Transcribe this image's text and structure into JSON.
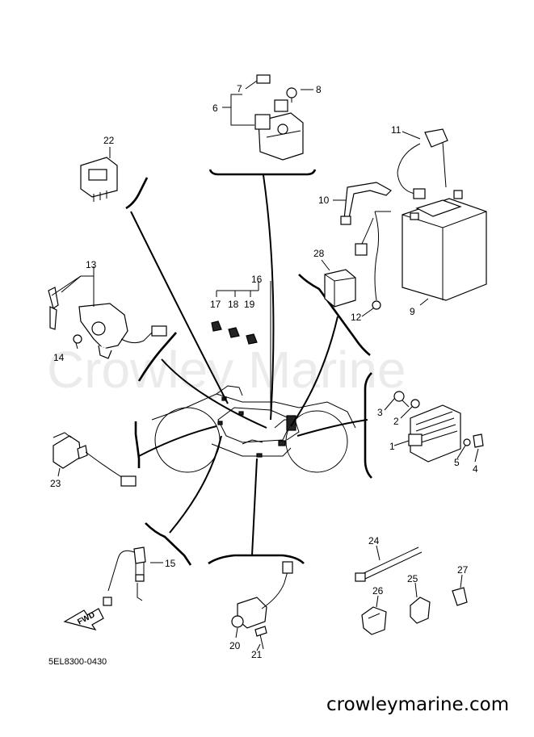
{
  "watermark": "Crowley Marine",
  "diagram_code": "5EL8300-0430",
  "site": "crowleymarine.com",
  "fwd_label": "FWD",
  "callouts": {
    "c1": "1",
    "c2": "2",
    "c3": "3",
    "c4": "4",
    "c5": "5",
    "c6": "6",
    "c7": "7",
    "c8": "8",
    "c9": "9",
    "c10": "10",
    "c11": "11",
    "c12": "12",
    "c13": "13",
    "c14": "14",
    "c15": "15",
    "c16": "16",
    "c17": "17",
    "c18": "18",
    "c19": "19",
    "c20": "20",
    "c21": "21",
    "c22": "22",
    "c23": "23",
    "c24": "24",
    "c25": "25",
    "c26": "26",
    "c27": "27",
    "c28": "28"
  }
}
